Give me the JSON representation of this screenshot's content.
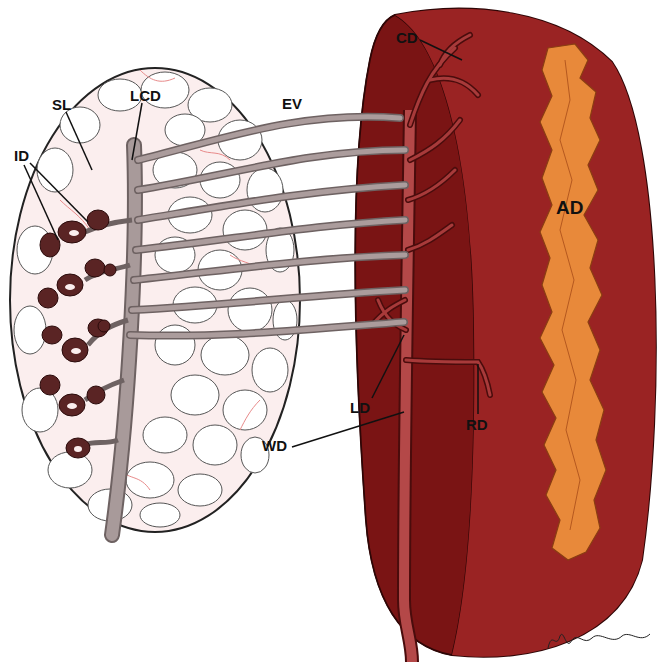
{
  "diagram": {
    "labels": [
      "CD",
      "SL",
      "LCD",
      "ID",
      "EV",
      "AD",
      "LD",
      "WD",
      "RD"
    ]
  }
}
